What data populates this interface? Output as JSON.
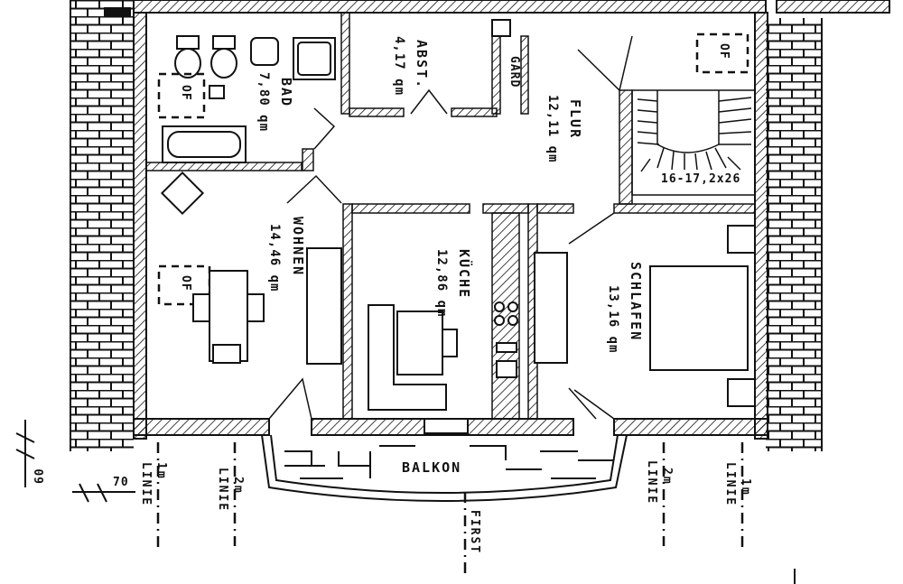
{
  "rooms": {
    "bad": {
      "name": "BAD",
      "area": "7,80 qm"
    },
    "abst": {
      "name": "ABST.",
      "area": "4,17 qm"
    },
    "gard": {
      "name": "GARD"
    },
    "flur": {
      "name": "FLUR",
      "area": "12,11 qm"
    },
    "wohnen": {
      "name": "WOHNEN",
      "area": "14,46 qm"
    },
    "kueche": {
      "name": "KÜCHE",
      "area": "12,86 qm"
    },
    "schlafen": {
      "name": "SCHLAFEN",
      "area": "13,16 qm"
    },
    "balkon": {
      "name": "BALKON"
    }
  },
  "stair_label": "16-17,2x26",
  "fixture_label": "OF",
  "lines": {
    "linie_1m_left": {
      "dist": "1m",
      "word": "LINIE"
    },
    "linie_2m_left": {
      "dist": "2m",
      "word": "LINIE"
    },
    "linie_2m_right": {
      "dist": "2m",
      "word": "LINIE"
    },
    "linie_1m_right": {
      "dist": "1m",
      "word": "LINIE"
    },
    "first": "FIRST"
  },
  "dimensions": {
    "d70": "70",
    "d60": "60"
  }
}
